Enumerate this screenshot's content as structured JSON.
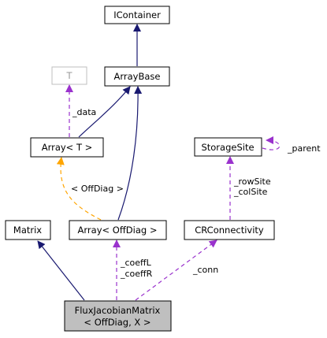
{
  "colors": {
    "inheritance": "#191970",
    "usage": "#9a32cd",
    "template": "#ffa500",
    "node_border": "#000000",
    "muted_border": "#bfbfbf",
    "focus_fill": "#bfbfbf"
  },
  "nodes": {
    "icontainer": "IContainer",
    "arraybase": "ArrayBase",
    "t": "T",
    "array_t": "Array< T >",
    "storagesite": "StorageSite",
    "matrix": "Matrix",
    "array_offdiag": "Array< OffDiag >",
    "crconnectivity": "CRConnectivity",
    "flux_line1": "FluxJacobianMatrix",
    "flux_line2": "< OffDiag, X >"
  },
  "edge_labels": {
    "data": "_data",
    "offdiag_template": "< OffDiag >",
    "parent": "_parent",
    "rowsite": "_rowSite",
    "colsite": "_colSite",
    "coeffl": "_coeffL",
    "coeffr": "_coeffR",
    "conn": "_conn"
  }
}
